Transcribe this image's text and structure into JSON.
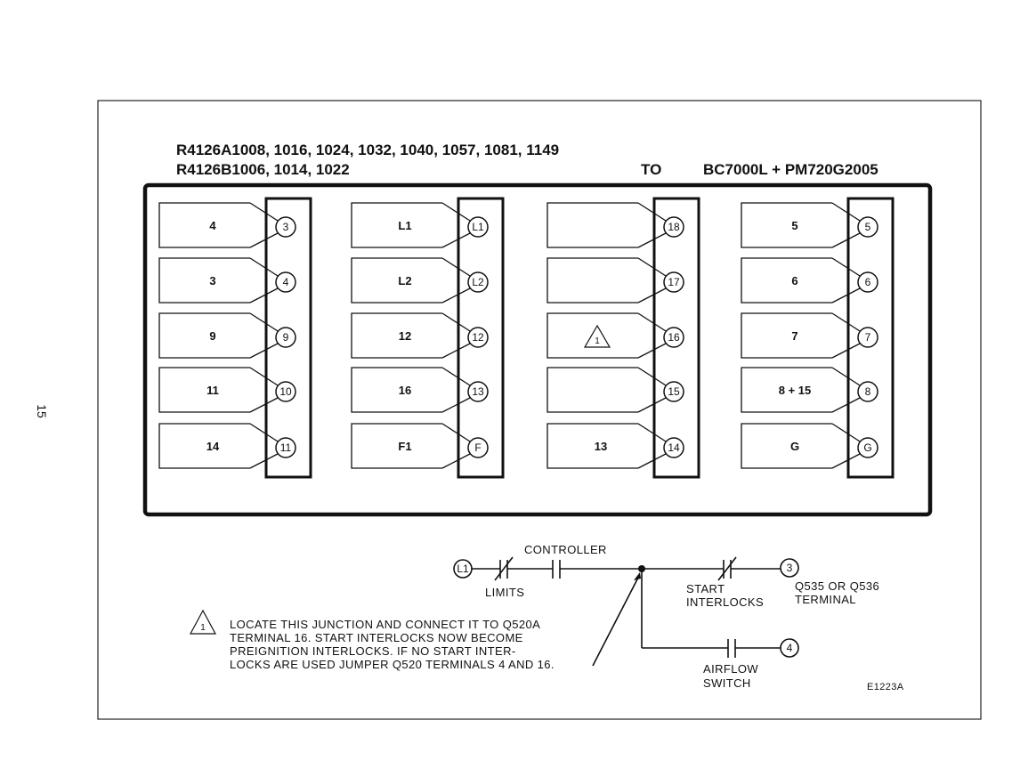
{
  "page_number": "15",
  "header": {
    "line1": "R4126A1008, 1016, 1024, 1032, 1040, 1057, 1081, 1149",
    "line2": "R4126B1006, 1014, 1022",
    "to": "TO",
    "target": "BC7000L + PM720G2005"
  },
  "strips": [
    {
      "rows": [
        {
          "wire": "4",
          "terminal": "3"
        },
        {
          "wire": "3",
          "terminal": "4"
        },
        {
          "wire": "9",
          "terminal": "9"
        },
        {
          "wire": "11",
          "terminal": "10"
        },
        {
          "wire": "14",
          "terminal": "11"
        }
      ]
    },
    {
      "rows": [
        {
          "wire": "L1",
          "terminal": "L1"
        },
        {
          "wire": "L2",
          "terminal": "L2"
        },
        {
          "wire": "12",
          "terminal": "12"
        },
        {
          "wire": "16",
          "terminal": "13"
        },
        {
          "wire": "F1",
          "terminal": "F"
        }
      ]
    },
    {
      "rows": [
        {
          "wire": "",
          "terminal": "18"
        },
        {
          "wire": "",
          "terminal": "17"
        },
        {
          "wire": "",
          "terminal": "16",
          "note": "1"
        },
        {
          "wire": "",
          "terminal": "15"
        },
        {
          "wire": "13",
          "terminal": "14"
        }
      ]
    },
    {
      "rows": [
        {
          "wire": "5",
          "terminal": "5"
        },
        {
          "wire": "6",
          "terminal": "6"
        },
        {
          "wire": "7",
          "terminal": "7"
        },
        {
          "wire": "8 + 15",
          "terminal": "8"
        },
        {
          "wire": "G",
          "terminal": "G"
        }
      ]
    }
  ],
  "schematic": {
    "l1": "L1",
    "controller": "CONTROLLER",
    "limits": "LIMITS",
    "start_line1": "START",
    "start_line2": "INTERLOCKS",
    "t3": "3",
    "t4": "4",
    "q_line1": "Q535 OR Q536",
    "q_line2": "TERMINAL",
    "airflow_line1": "AIRFLOW",
    "airflow_line2": "SWITCH",
    "figure_id": "E1223A"
  },
  "note": {
    "symbol": "1",
    "lines": [
      "LOCATE THIS JUNCTION AND CONNECT IT TO Q520A",
      "TERMINAL 16.  START INTERLOCKS NOW BECOME",
      "PREIGNITION INTERLOCKS.  IF NO START INTER-",
      "LOCKS ARE USED JUMPER Q520 TERMINALS 4 AND 16."
    ]
  }
}
